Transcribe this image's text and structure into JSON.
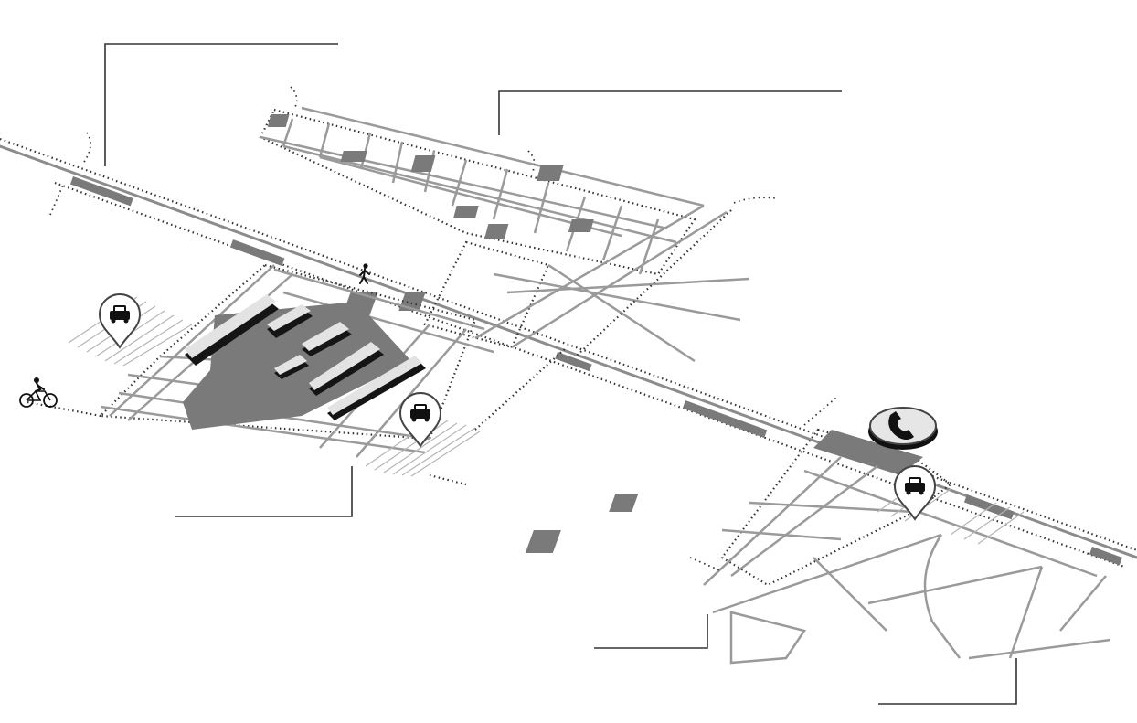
{
  "map": {
    "background": "#ffffff",
    "road_color": "#8c8c8c",
    "block_color": "#7a7a7a",
    "building_top_color": "#e3e3e3",
    "building_shadow_color": "#151515",
    "parking_markers": [
      {
        "icon": "car-icon"
      },
      {
        "icon": "car-icon"
      },
      {
        "icon": "car-icon"
      }
    ],
    "landmark_icon": "phone-icon",
    "pedestrian_icon": "pedestrian-icon",
    "cyclist_icon": "bicycle-icon",
    "callouts": [
      {
        "name": "callout-northwest"
      },
      {
        "name": "callout-north"
      },
      {
        "name": "callout-campus"
      },
      {
        "name": "callout-southeast-left"
      },
      {
        "name": "callout-southeast-right"
      }
    ]
  }
}
